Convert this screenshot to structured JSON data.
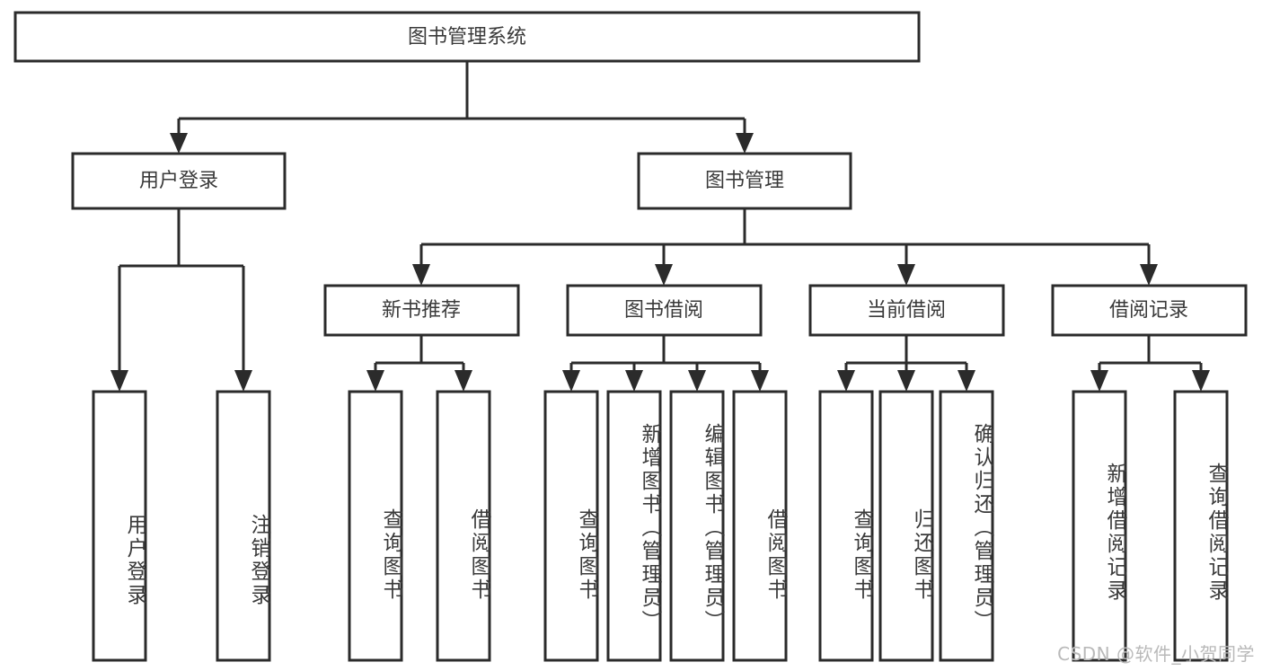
{
  "diagram": {
    "title": "图书管理系统",
    "type": "hierarchy-tree",
    "orientation": "top-down",
    "colors": {
      "box_stroke": "#2b2b2b",
      "box_fill": "#ffffff",
      "text": "#3a3a3a",
      "background": "#ffffff",
      "watermark": "#b9b9b9"
    },
    "root": {
      "label": "图书管理系统"
    },
    "level1": [
      {
        "id": "user-login",
        "label": "用户登录"
      },
      {
        "id": "book-manage",
        "label": "图书管理"
      }
    ],
    "level2": [
      {
        "id": "new-book-recommend",
        "label": "新书推荐",
        "parent": "book-manage"
      },
      {
        "id": "book-borrow",
        "label": "图书借阅",
        "parent": "book-manage"
      },
      {
        "id": "current-borrow",
        "label": "当前借阅",
        "parent": "book-manage"
      },
      {
        "id": "borrow-record",
        "label": "借阅记录",
        "parent": "book-manage"
      }
    ],
    "leaves": {
      "user_login": [
        {
          "id": "leaf-user-login",
          "label": "用户登录"
        },
        {
          "id": "leaf-logout-login",
          "label": "注销登录"
        }
      ],
      "new_book_recommend": [
        {
          "id": "leaf-query-book-1",
          "label": "查询图书"
        },
        {
          "id": "leaf-borrow-book-1",
          "label": "借阅图书"
        }
      ],
      "book_borrow": [
        {
          "id": "leaf-query-book-2",
          "label": "查询图书"
        },
        {
          "id": "leaf-add-book",
          "label": "新增图书（管理员）"
        },
        {
          "id": "leaf-edit-book",
          "label": "编辑图书（管理员）"
        },
        {
          "id": "leaf-borrow-book-2",
          "label": "借阅图书"
        }
      ],
      "current_borrow": [
        {
          "id": "leaf-query-book-3",
          "label": "查询图书"
        },
        {
          "id": "leaf-return-book",
          "label": "归还图书"
        },
        {
          "id": "leaf-confirm-return",
          "label": "确认归还（管理员）"
        }
      ],
      "borrow_record": [
        {
          "id": "leaf-add-record",
          "label": "新增借阅记录"
        },
        {
          "id": "leaf-query-record",
          "label": "查询借阅记录"
        }
      ]
    },
    "watermark": "CSDN @软件_小贺同学"
  }
}
